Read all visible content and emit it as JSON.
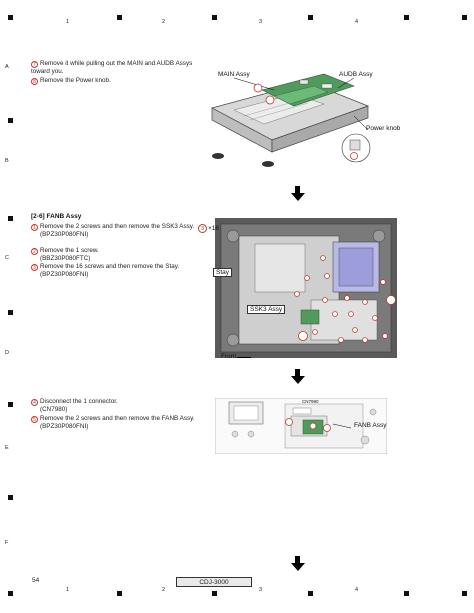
{
  "grid": {
    "columns": [
      "1",
      "2",
      "3",
      "4"
    ],
    "rows": [
      "A",
      "B",
      "C",
      "D",
      "E",
      "F"
    ]
  },
  "section1": {
    "steps": [
      {
        "num": "7",
        "text": "Remove it while pulling out the MAIN and AUDB Assys toward you."
      },
      {
        "num": "8",
        "text": "Remove the Power knob."
      }
    ],
    "callouts": {
      "main_assy": "MAIN Assy",
      "audb_assy": "AUDB Assy",
      "power_knob": "Power knob"
    }
  },
  "section2": {
    "heading": "[2-6] FANB Assy",
    "steps": [
      {
        "num": "1",
        "text": "Remove the 2 screws and then remove the SSK3 Assy.",
        "part": "(BPZ30P080FNI)"
      },
      {
        "num": "2",
        "text": "Remove the 1 screw.",
        "part": "(BBZ30P080FTC)"
      },
      {
        "num": "3",
        "text": "Remove the 16 screws and then remove the Stay.",
        "part": "(BPZ30P080FNI)"
      }
    ],
    "callouts": {
      "screw_count": "×16",
      "stay": "Stay",
      "ssk3_assy": "SSK3 Assy",
      "front": "Front"
    }
  },
  "section3": {
    "steps": [
      {
        "num": "4",
        "text": "Disconnect the 1 connector.",
        "part": "(CN7980)"
      },
      {
        "num": "5",
        "text": "Remove the 2 screws and then remove the FANB Assy.",
        "part": "(BPZ30P080FNI)"
      }
    ],
    "callouts": {
      "fanb_assy": "FANB Assy",
      "cn_label": "CN7980"
    }
  },
  "footer": {
    "page": "54",
    "model": "CDJ-3000"
  }
}
